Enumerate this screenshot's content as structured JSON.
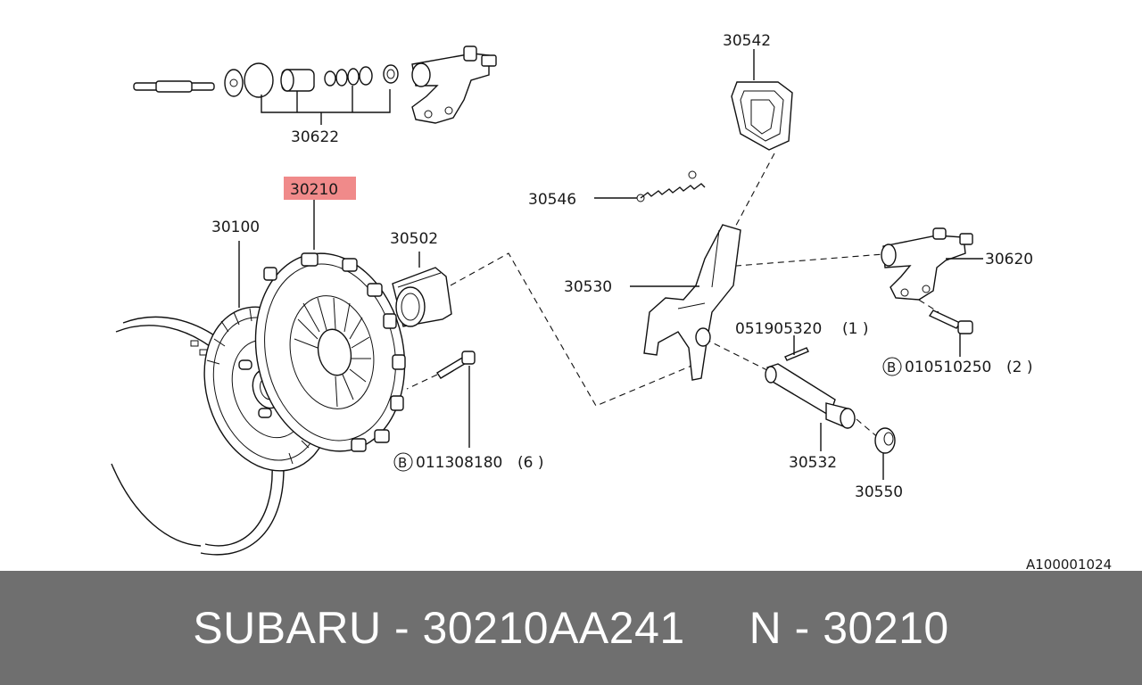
{
  "labels": {
    "p30542": "30542",
    "p30622": "30622",
    "p30210": "30210",
    "p30100": "30100",
    "p30502": "30502",
    "p30546": "30546",
    "p30530": "30530",
    "p30620": "30620",
    "p051905320": "051905320",
    "p051905320_qty": "(1 )",
    "p010510250": "010510250",
    "p010510250_qty": "(2 )",
    "p011308180": "011308180",
    "p011308180_qty": "(6 )",
    "p30532": "30532",
    "p30550": "30550",
    "bolt_marker": "B",
    "ref_code": "A100001024"
  },
  "highlight": {
    "part": "30210",
    "color": "#f08a8a"
  },
  "footer": {
    "text": "SUBARU - 30210AA241     N - 30210",
    "background": "#6f6f6f",
    "color": "#ffffff"
  }
}
